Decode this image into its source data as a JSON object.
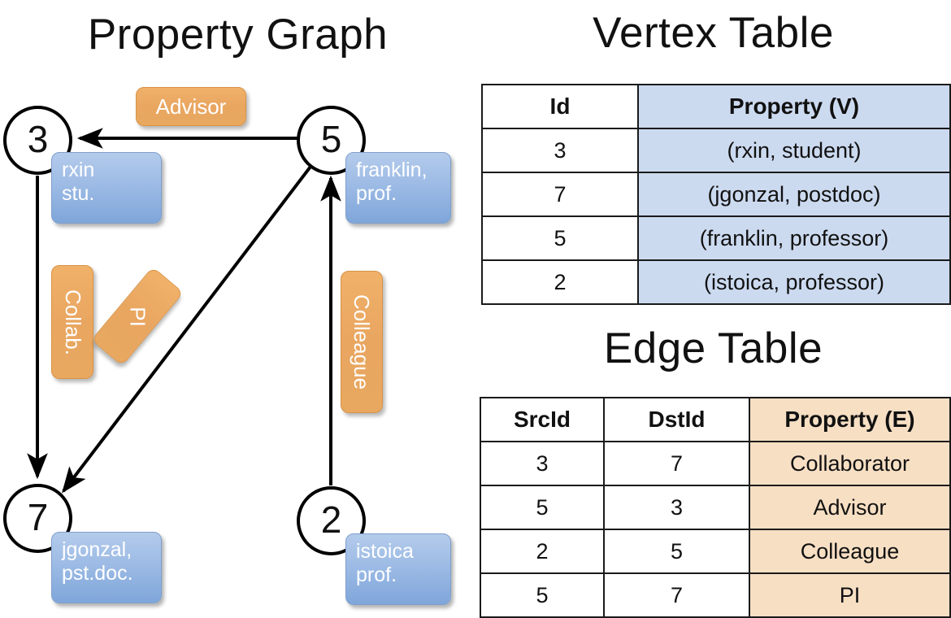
{
  "titles": {
    "property_graph": "Property Graph",
    "vertex_table": "Vertex Table",
    "edge_table": "Edge Table"
  },
  "graph": {
    "nodes": [
      {
        "id": "3",
        "label_line1": "rxin",
        "label_line2": "stu."
      },
      {
        "id": "5",
        "label_line1": "franklin,",
        "label_line2": "prof."
      },
      {
        "id": "7",
        "label_line1": "jgonzal,",
        "label_line2": "pst.doc."
      },
      {
        "id": "2",
        "label_line1": "istoica",
        "label_line2": "prof."
      }
    ],
    "edge_labels": [
      {
        "text": "Advisor"
      },
      {
        "text": "Collab."
      },
      {
        "text": "PI"
      },
      {
        "text": "Colleague"
      }
    ]
  },
  "vertex_table": {
    "headers": [
      "Id",
      "Property (V)"
    ],
    "rows": [
      {
        "id": "3",
        "property": "(rxin, student)"
      },
      {
        "id": "7",
        "property": "(jgonzal, postdoc)"
      },
      {
        "id": "5",
        "property": "(franklin, professor)"
      },
      {
        "id": "2",
        "property": "(istoica, professor)"
      }
    ]
  },
  "edge_table": {
    "headers": [
      "SrcId",
      "DstId",
      "Property (E)"
    ],
    "rows": [
      {
        "src": "3",
        "dst": "7",
        "property": "Collaborator"
      },
      {
        "src": "5",
        "dst": "3",
        "property": "Advisor"
      },
      {
        "src": "2",
        "dst": "5",
        "property": "Colleague"
      },
      {
        "src": "5",
        "dst": "7",
        "property": "PI"
      }
    ]
  },
  "colors": {
    "vertex_header_fill": "#ccdaf0",
    "edge_header_fill": "#f7dfc4",
    "vertex_box": "#9dbbe5",
    "edge_box": "#e9a661",
    "stroke": "#000000"
  }
}
